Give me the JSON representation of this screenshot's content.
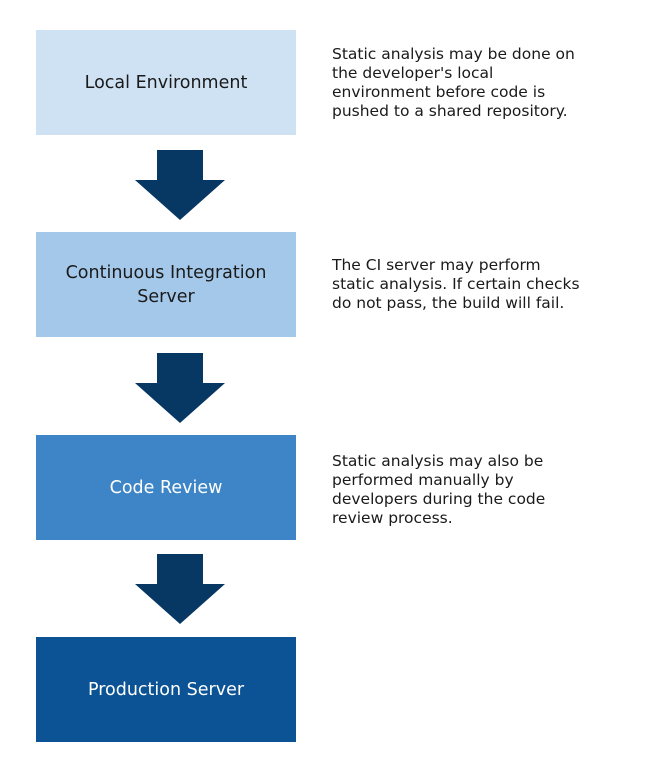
{
  "colors": {
    "stage_1_fill": "#cfe2f3",
    "stage_2_fill": "#a4c8ea",
    "stage_3_fill": "#3d85c6",
    "stage_4_fill": "#0b5394",
    "dark_text": "#1a1a1a",
    "light_text": "#ffffff",
    "arrow_fill": "#073763"
  },
  "stages": [
    {
      "label": "Local Environment",
      "note": "Static analysis may be done on\nthe developer's local\nenvironment before code is\npushed to a shared repository."
    },
    {
      "label": "Continuous Integration\nServer",
      "note": "The CI server may perform\nstatic analysis. If certain checks\ndo not pass, the build will fail."
    },
    {
      "label": "Code Review",
      "note": "Static analysis may also be\nperformed manually by\ndevelopers during the code\nreview process."
    },
    {
      "label": "Production Server",
      "note": ""
    }
  ]
}
